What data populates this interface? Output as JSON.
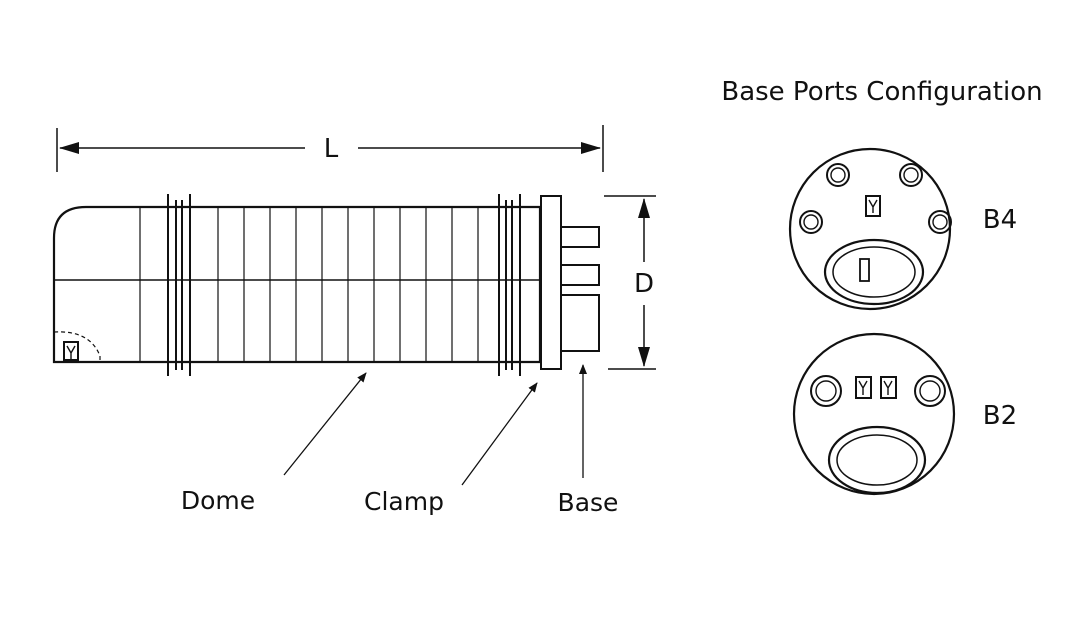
{
  "diagram": {
    "dimension_length_label": "L",
    "dimension_diameter_label": "D",
    "callouts": {
      "dome": "Dome",
      "clamp": "Clamp",
      "base": "Base"
    }
  },
  "ports_panel": {
    "title": "Base Ports Configuration",
    "configs": [
      {
        "label": "B4"
      },
      {
        "label": "B2"
      }
    ]
  },
  "colors": {
    "line": "#111111",
    "background": "#ffffff"
  }
}
